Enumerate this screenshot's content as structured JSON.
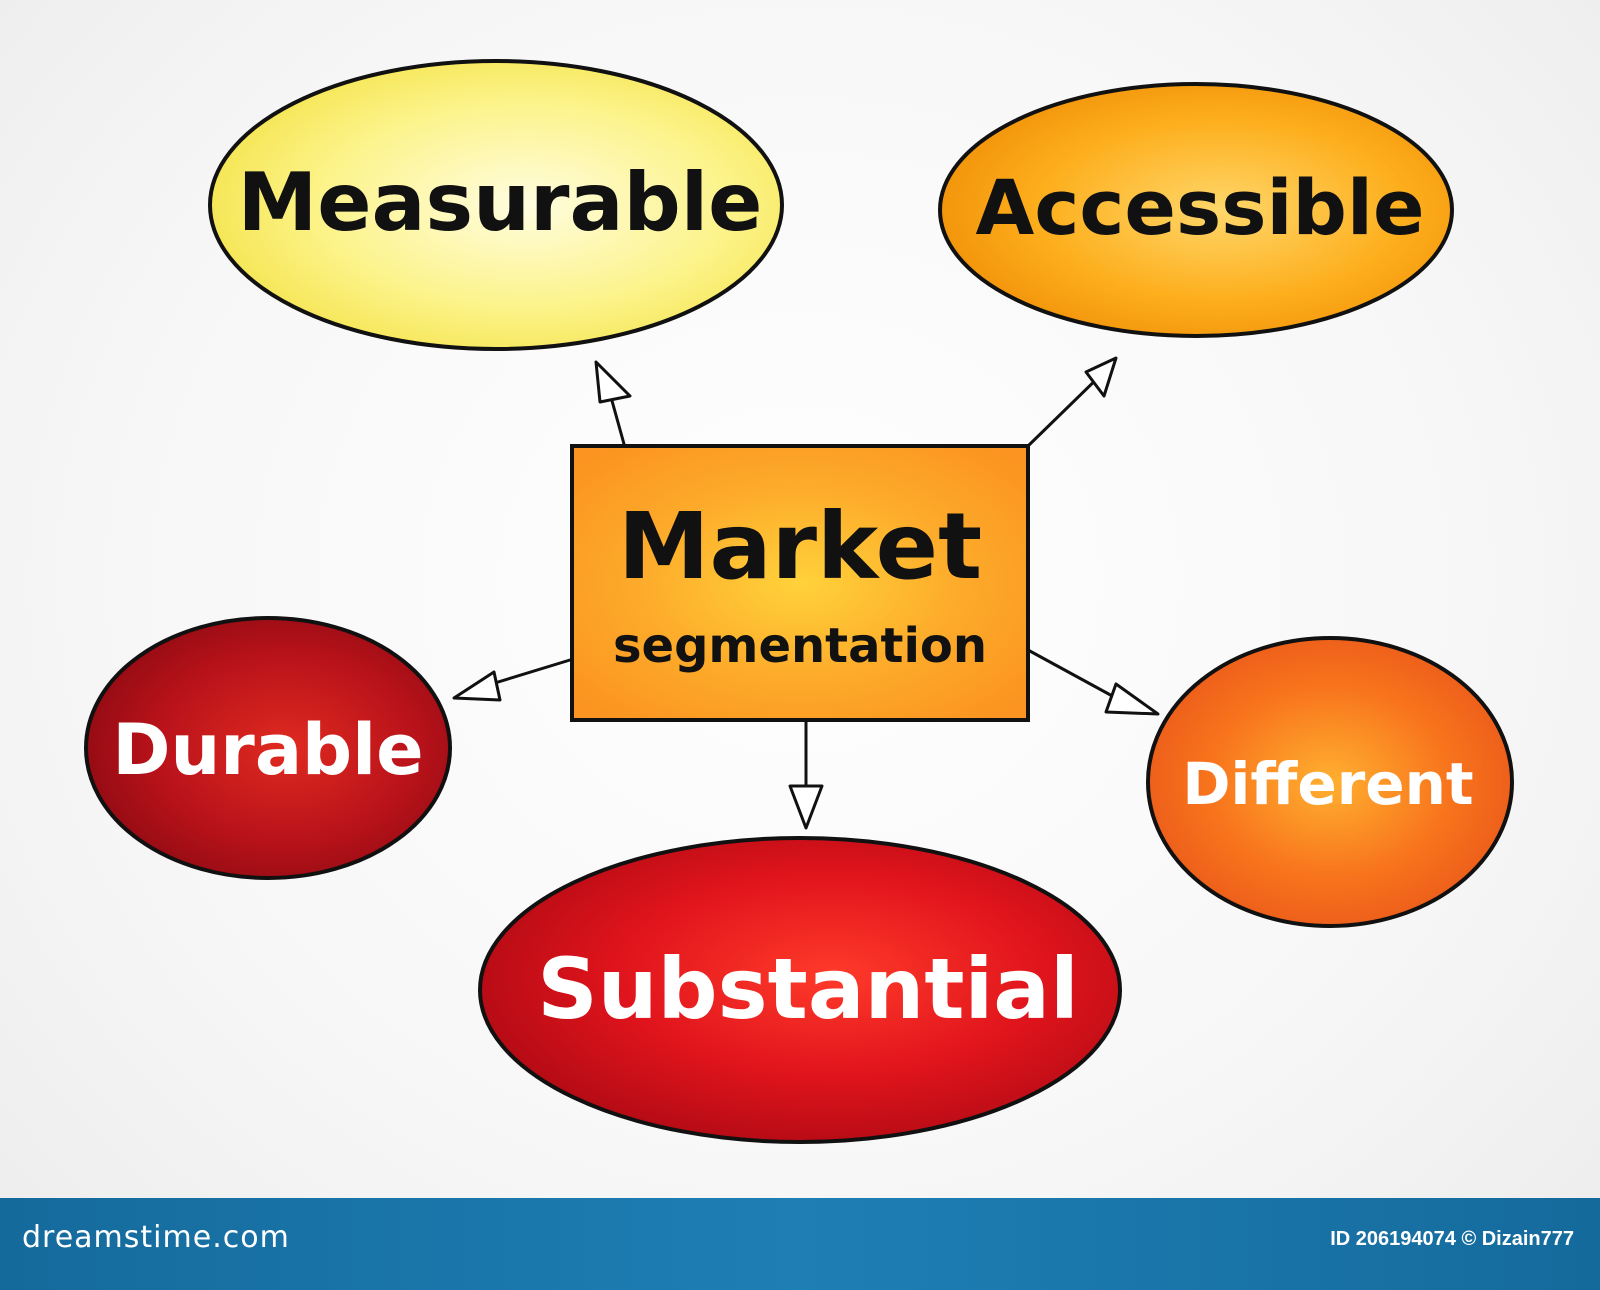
{
  "diagram": {
    "center": {
      "line1": "Market",
      "line2": "segmentation"
    },
    "nodes": {
      "measurable": "Measurable",
      "accessible": "Accessible",
      "durable": "Durable",
      "different": "Different",
      "substantial": "Substantial"
    },
    "colors": {
      "measurable": "#fbf07a",
      "accessible": "#fdac1a",
      "center": "#fda624",
      "durable": "#b41018",
      "different": "#f8701c",
      "substantial": "#e0141c",
      "outline": "#111111"
    }
  },
  "footer": {
    "site": "dreamstime.com",
    "id_credit": "ID 206194074 © Dizain777"
  }
}
